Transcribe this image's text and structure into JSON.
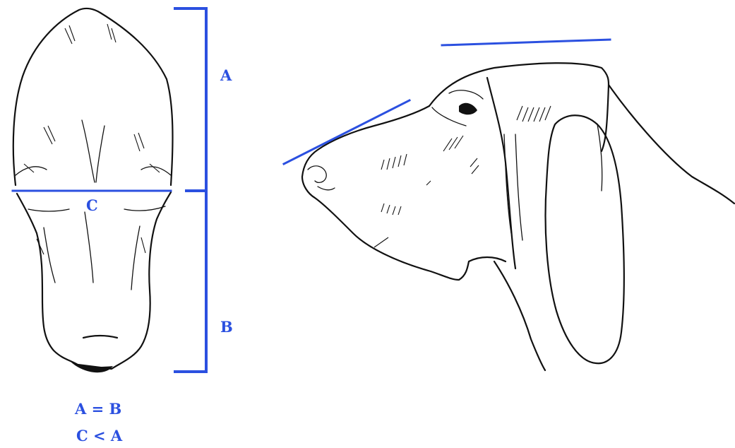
{
  "labels": {
    "a": "A",
    "b": "B",
    "c": "C",
    "eq1": "A = B",
    "eq2": "C < A"
  },
  "colors": {
    "accent": "#2b50e0",
    "ink": "#111111",
    "background": "#ffffff"
  }
}
